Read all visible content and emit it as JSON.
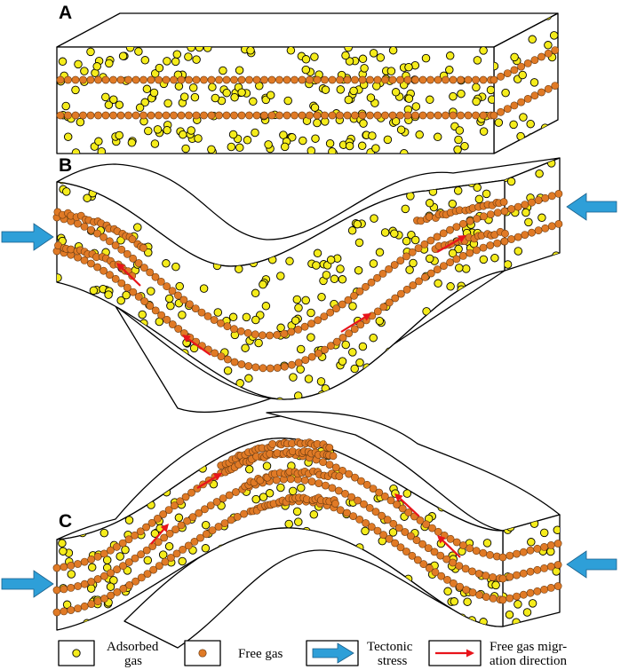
{
  "panels": [
    {
      "label": "A"
    },
    {
      "label": "B"
    },
    {
      "label": "C"
    }
  ],
  "legend": {
    "adsorbed_line1": "Adsorbed",
    "adsorbed_line2": "gas",
    "free_gas": "Free gas",
    "tectonic_line1": "Tectonic",
    "tectonic_line2": "stress",
    "migration_line1": "Free gas migr-",
    "migration_line2": "ation direction"
  },
  "colors": {
    "adsorbed_gas": "#f5ec1c",
    "free_gas": "#e07a26",
    "tectonic_arrow": "#2e9fd8",
    "migration_arrow": "#e8141b"
  }
}
